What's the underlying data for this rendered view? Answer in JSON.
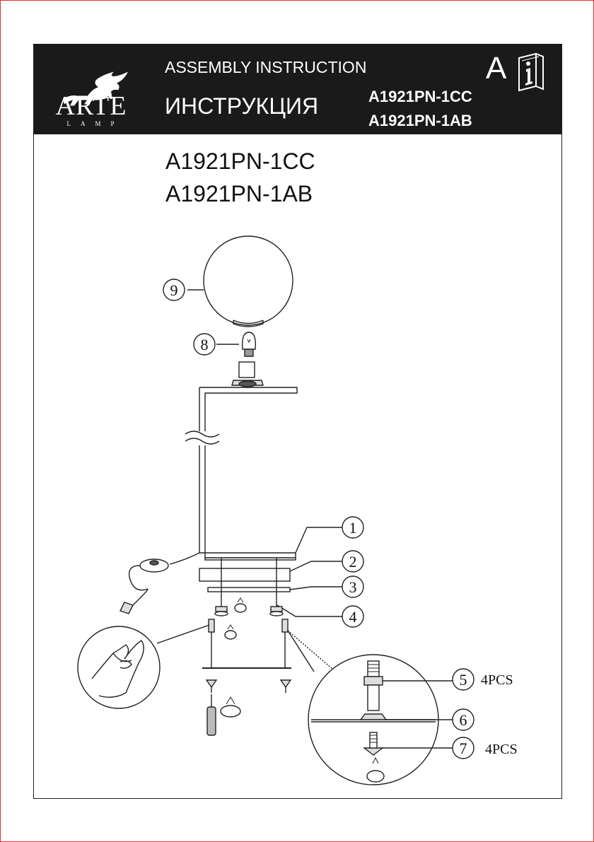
{
  "header": {
    "brand": "ARTE",
    "brand_sub": "LAMP",
    "title_en": "ASSEMBLY INSTRUCTION",
    "title_ru": "ИНСТРУКЦИЯ",
    "language_letter": "A",
    "info_icon": "info-book-icon",
    "models": [
      "A1921PN-1CC",
      "A1921PN-1AB"
    ]
  },
  "models": [
    "A1921PN-1CC",
    "A1921PN-1AB"
  ],
  "callouts": {
    "c1": "1",
    "c2": "2",
    "c3": "3",
    "c4": "4",
    "c5": "5",
    "c6": "6",
    "c7": "7",
    "c8": "8",
    "c9": "9"
  },
  "quantities": {
    "q5": "4PCS",
    "q7": "4PCS"
  },
  "colors": {
    "header_bg": "#1a1a1a",
    "page_border": "#e3312d",
    "line": "#222222"
  }
}
